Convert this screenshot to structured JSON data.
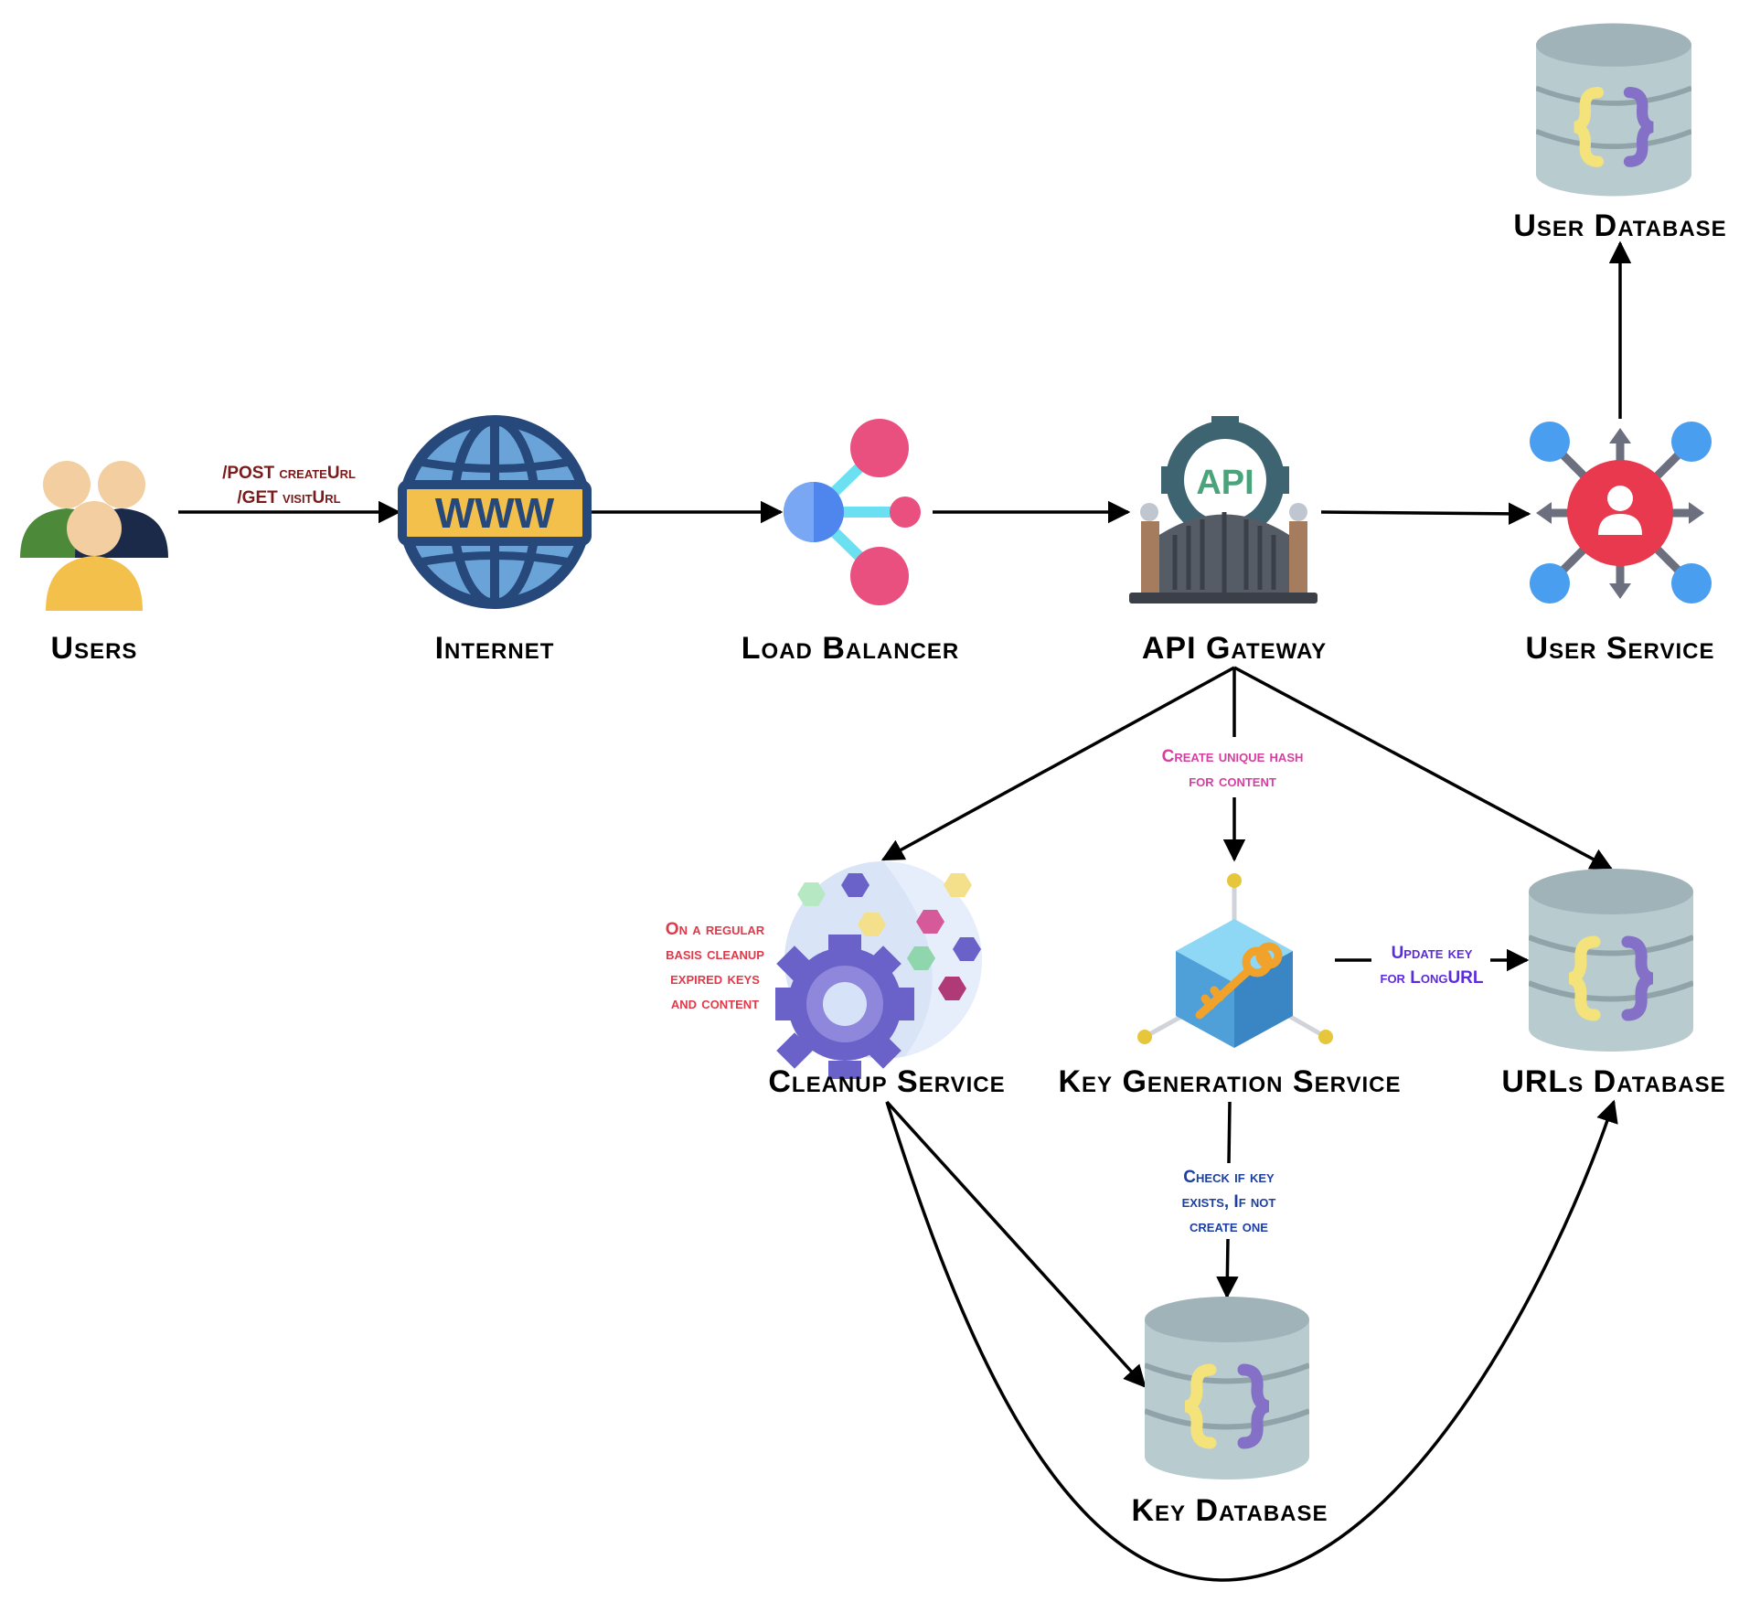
{
  "nodes": {
    "users": {
      "label": "Users"
    },
    "internet": {
      "label": "Internet",
      "icon_text": "WWW"
    },
    "load_balancer": {
      "label": "Load Balancer"
    },
    "api_gateway": {
      "label": "API Gateway",
      "icon_text": "API"
    },
    "user_service": {
      "label": "User Service"
    },
    "user_database": {
      "label": "User Database"
    },
    "cleanup_service": {
      "label": "Cleanup Service"
    },
    "key_generation_service": {
      "label": "Key Generation Service"
    },
    "urls_database": {
      "label": "URLs Database"
    },
    "key_database": {
      "label": "Key Database"
    }
  },
  "edge_labels": {
    "users_internet": {
      "line1": "/POST createUrl",
      "line2": "/GET visitUrl",
      "color": "#7a1a1a"
    },
    "create_hash": {
      "line1": "Create unique hash",
      "line2": "for content",
      "color": "#d63fa0"
    },
    "cleanup_note": {
      "line1": "On a regular",
      "line2": "basis cleanup",
      "line3": "expired keys",
      "line4": "and content",
      "color": "#e0394a"
    },
    "update_key": {
      "line1": "Update key",
      "line2": "for LongURL",
      "color": "#5b2be0"
    },
    "check_key": {
      "line1": "Check if key",
      "line2": "exists, If not",
      "line3": "create one",
      "color": "#1c3fa0"
    }
  },
  "colors": {
    "arrow": "#000000",
    "db_body": "#b8cbcf",
    "db_top": "#9fb3b9",
    "db_brace_left": "#f4e27a",
    "db_brace_right": "#8471c7"
  },
  "icons": {
    "users": "users-group-icon",
    "internet": "globe-www-icon",
    "load_balancer": "load-balancer-nodes-icon",
    "api_gateway": "api-gate-icon",
    "user_service": "user-network-icon",
    "database": "database-braces-icon",
    "cleanup": "cleanup-gear-icon",
    "key_generation": "key-cube-icon"
  }
}
